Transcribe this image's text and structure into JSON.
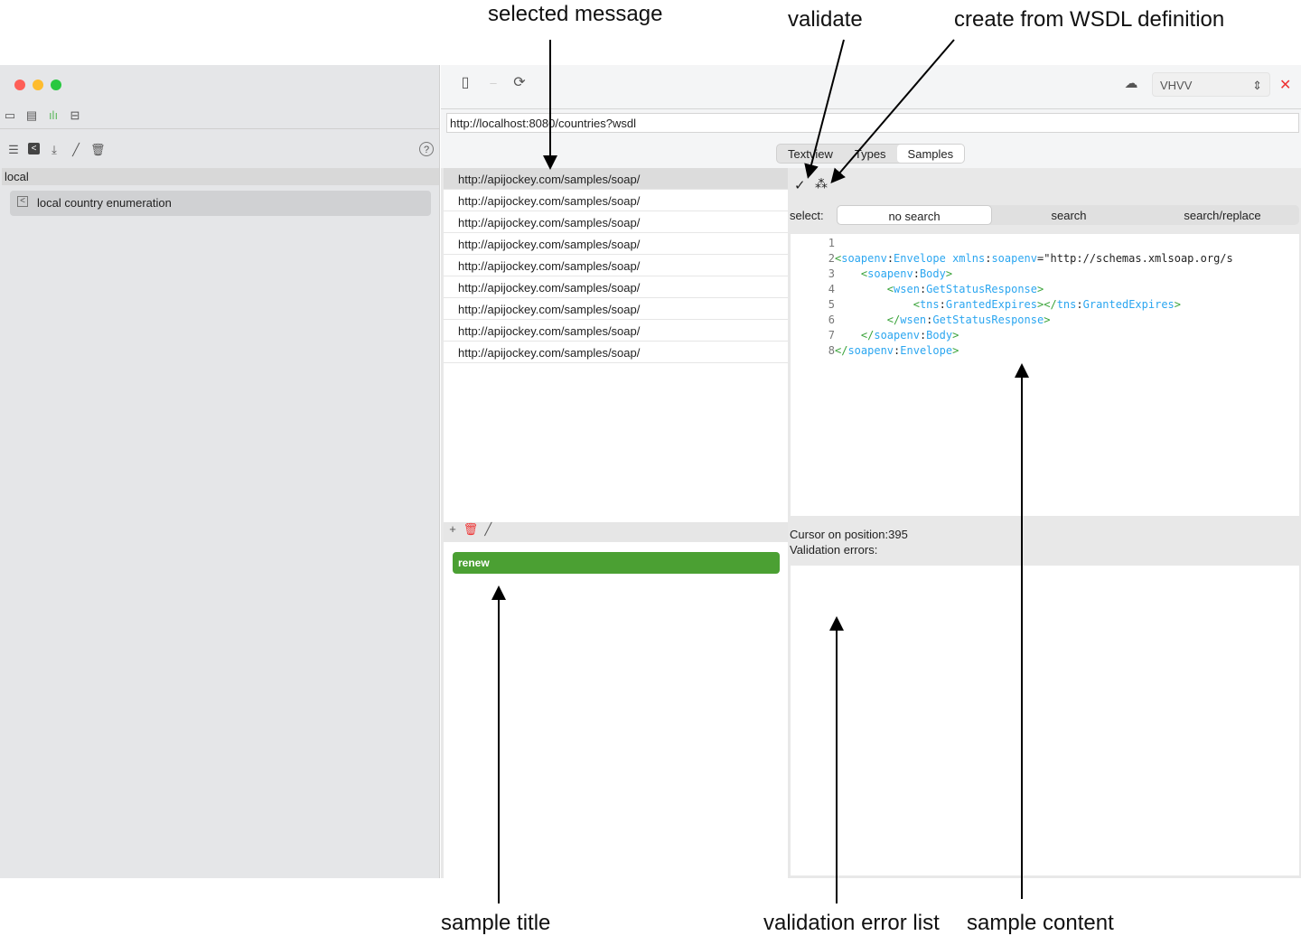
{
  "annotations": {
    "selected_message": "selected message",
    "validate": "validate",
    "create_from_wsdl": "create from WSDL definition",
    "sample_title": "sample title",
    "validation_error_list": "validation error list",
    "sample_content": "sample content"
  },
  "sidebar": {
    "group": "local",
    "items": [
      {
        "label": "local country enumeration"
      }
    ]
  },
  "toolbar": {
    "environment": "VHVV"
  },
  "url": "http://localhost:8080/countries?wsdl",
  "tabs": [
    {
      "label": "Textview"
    },
    {
      "label": "Types"
    },
    {
      "label": "Samples",
      "active": true
    }
  ],
  "messages": [
    "http://apijockey.com/samples/soap/",
    "http://apijockey.com/samples/soap/",
    "http://apijockey.com/samples/soap/",
    "http://apijockey.com/samples/soap/",
    "http://apijockey.com/samples/soap/",
    "http://apijockey.com/samples/soap/",
    "http://apijockey.com/samples/soap/",
    "http://apijockey.com/samples/soap/",
    "http://apijockey.com/samples/soap/"
  ],
  "samples": [
    {
      "title": "renew"
    }
  ],
  "search": {
    "label": "select:",
    "options": [
      "no search",
      "search",
      "search/replace"
    ],
    "selected": "no search"
  },
  "code": [
    {
      "n": "1",
      "indent": "",
      "parts": []
    },
    {
      "n": "2",
      "indent": "",
      "parts": [
        [
          "b",
          "<"
        ],
        [
          "t",
          "soapenv"
        ],
        [
          "k",
          ":"
        ],
        [
          "t",
          "Envelope xmlns"
        ],
        [
          "k",
          ":"
        ],
        [
          "t",
          "soapenv"
        ],
        [
          "k",
          "=\"http://schemas.xmlsoap.org/s"
        ]
      ]
    },
    {
      "n": "3",
      "indent": "    ",
      "parts": [
        [
          "b",
          "<"
        ],
        [
          "t",
          "soapenv"
        ],
        [
          "k",
          ":"
        ],
        [
          "t",
          "Body"
        ],
        [
          "b",
          ">"
        ]
      ]
    },
    {
      "n": "4",
      "indent": "        ",
      "parts": [
        [
          "b",
          "<"
        ],
        [
          "t",
          "wsen"
        ],
        [
          "k",
          ":"
        ],
        [
          "t",
          "GetStatusResponse"
        ],
        [
          "b",
          ">"
        ]
      ]
    },
    {
      "n": "5",
      "indent": "            ",
      "parts": [
        [
          "b",
          "<"
        ],
        [
          "t",
          "tns"
        ],
        [
          "k",
          ":"
        ],
        [
          "t",
          "GrantedExpires"
        ],
        [
          "b",
          "></"
        ],
        [
          "t",
          "tns"
        ],
        [
          "k",
          ":"
        ],
        [
          "t",
          "GrantedExpires"
        ],
        [
          "b",
          ">"
        ]
      ]
    },
    {
      "n": "6",
      "indent": "        ",
      "parts": [
        [
          "b",
          "</"
        ],
        [
          "t",
          "wsen"
        ],
        [
          "k",
          ":"
        ],
        [
          "t",
          "GetStatusResponse"
        ],
        [
          "b",
          ">"
        ]
      ]
    },
    {
      "n": "7",
      "indent": "    ",
      "parts": [
        [
          "b",
          "</"
        ],
        [
          "t",
          "soapenv"
        ],
        [
          "k",
          ":"
        ],
        [
          "t",
          "Body"
        ],
        [
          "b",
          ">"
        ]
      ]
    },
    {
      "n": "8",
      "indent": "",
      "parts": [
        [
          "b",
          "</"
        ],
        [
          "t",
          "soapenv"
        ],
        [
          "k",
          ":"
        ],
        [
          "t",
          "Envelope"
        ],
        [
          "b",
          ">"
        ]
      ]
    }
  ],
  "status": {
    "cursor": "Cursor on position:395",
    "validation": "Validation errors:"
  }
}
